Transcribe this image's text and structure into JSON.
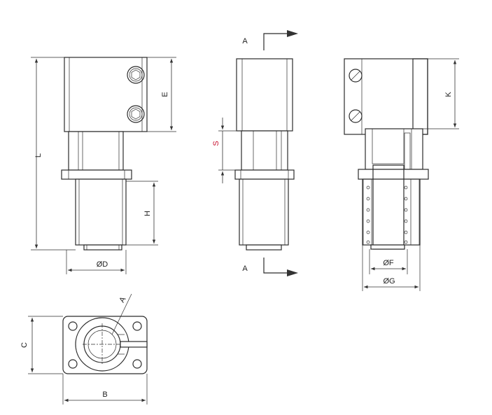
{
  "labels": {
    "L": "L",
    "E": "E",
    "H": "H",
    "D": "ØD",
    "S": "S",
    "section_top": "A",
    "section_bottom": "A",
    "K": "K",
    "F": "ØF",
    "G": "ØG",
    "C": "C",
    "B": "B",
    "A_bottom": "A"
  },
  "colors": {
    "line": "#2b2b2b",
    "accent_S": "#c8102e"
  }
}
